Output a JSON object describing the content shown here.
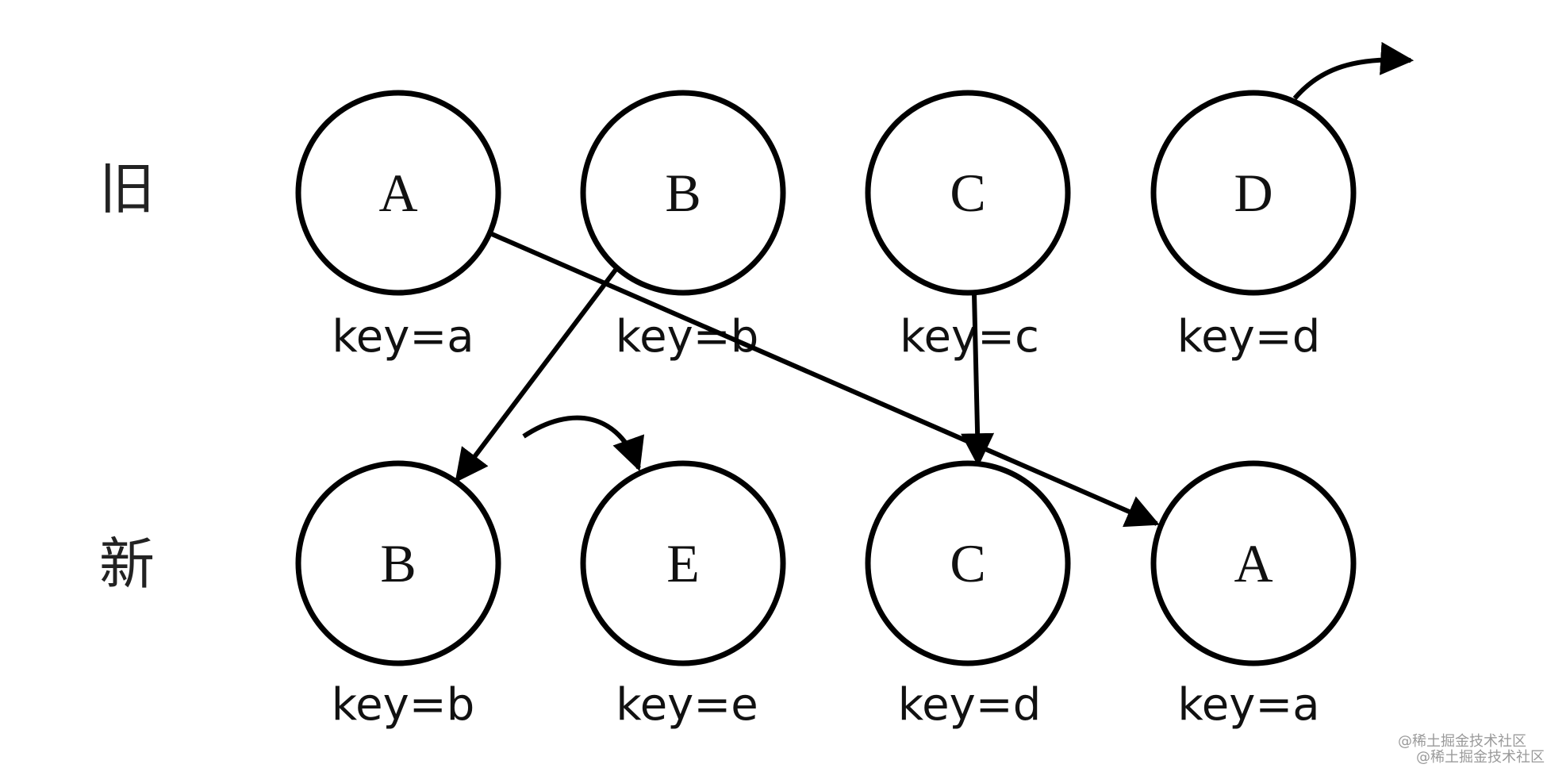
{
  "rows": [
    {
      "label": "旧",
      "nodes": [
        {
          "letter": "A",
          "key": "key=a"
        },
        {
          "letter": "B",
          "key": "key=b"
        },
        {
          "letter": "C",
          "key": "key=c"
        },
        {
          "letter": "D",
          "key": "key=d"
        }
      ]
    },
    {
      "label": "新",
      "nodes": [
        {
          "letter": "B",
          "key": "key=b"
        },
        {
          "letter": "E",
          "key": "key=e"
        },
        {
          "letter": "C",
          "key": "key=d"
        },
        {
          "letter": "A",
          "key": "key=a"
        }
      ]
    }
  ],
  "watermark": [
    "@稀土掘金技术社区",
    "@稀土掘金技术社区"
  ]
}
